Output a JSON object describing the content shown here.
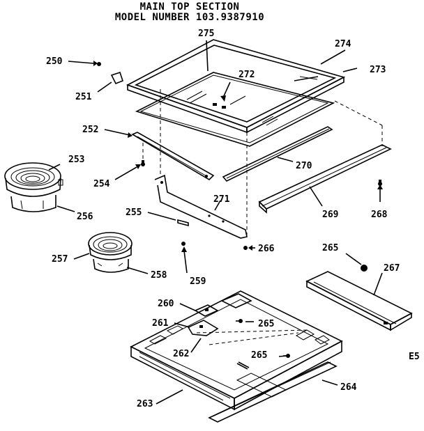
{
  "title": {
    "line1": "MAIN TOP SECTION",
    "line2": "MODEL NUMBER 103.9387910"
  },
  "callouts": {
    "c250": "250",
    "c251": "251",
    "c252": "252",
    "c253": "253",
    "c254": "254",
    "c255": "255",
    "c256": "256",
    "c257": "257",
    "c258": "258",
    "c259": "259",
    "c260": "260",
    "c261": "261",
    "c262": "262",
    "c263": "263",
    "c264": "264",
    "c265a": "265",
    "c265b": "265",
    "c265c": "265",
    "c266": "266",
    "c267": "267",
    "c268": "268",
    "c269": "269",
    "c270": "270",
    "c271": "271",
    "c272": "272",
    "c273": "273",
    "c274": "274",
    "c275": "275"
  },
  "page_code": "E5"
}
